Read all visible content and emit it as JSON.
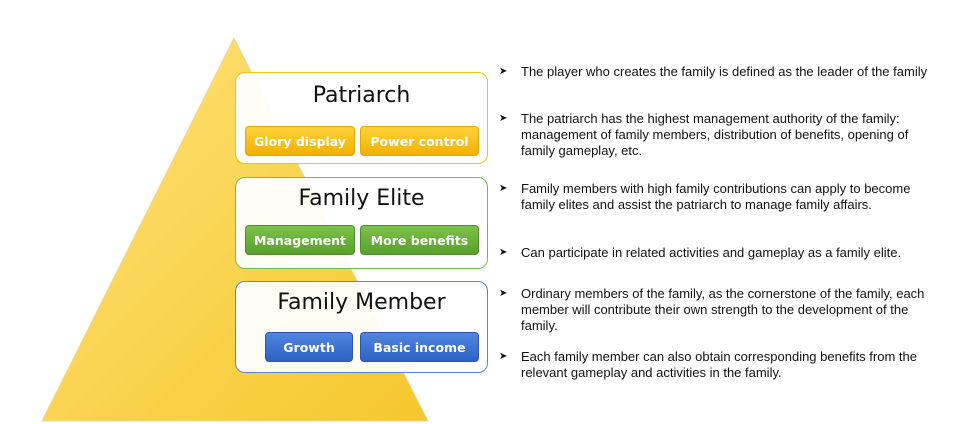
{
  "tiers": [
    {
      "title": "Patriarch",
      "tags": [
        "Glory display",
        "Power control"
      ],
      "color": "#f2b000"
    },
    {
      "title": "Family Elite",
      "tags": [
        "Management",
        "More benefits"
      ],
      "color": "#57a12d"
    },
    {
      "title": "Family Member",
      "tags": [
        "Growth",
        "Basic income"
      ],
      "color": "#2f62c4"
    }
  ],
  "pyramid_color": "#ffd54a",
  "bullets": [
    "The player who creates the family is defined as the leader of the family",
    "The patriarch has the highest management authority of the family: management of family members, distribution of benefits, opening of family gameplay, etc.",
    "Family members with high family contributions can apply to become family elites and assist the patriarch to manage family affairs.",
    "Can participate in related activities and gameplay as a family elite.",
    "Ordinary members of the family, as the cornerstone of the family, each member will contribute their own strength to the development of the family.",
    "Each family member can also obtain corresponding benefits from the relevant gameplay and activities in the family."
  ]
}
